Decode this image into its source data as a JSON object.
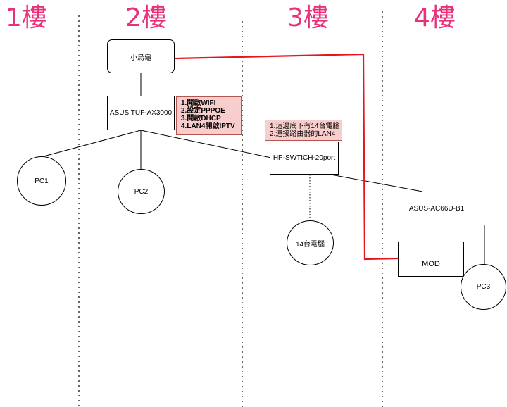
{
  "floors": [
    {
      "id": "floor-1",
      "label": "1樓"
    },
    {
      "id": "floor-2",
      "label": "2樓"
    },
    {
      "id": "floor-3",
      "label": "3樓"
    },
    {
      "id": "floor-4",
      "label": "4樓"
    }
  ],
  "nodes": {
    "modem": {
      "label": "小烏龜"
    },
    "router": {
      "label": "ASUS TUF-AX3000"
    },
    "switch": {
      "label": "HP-SWTICH-20port"
    },
    "ap": {
      "label": "ASUS-AC66U-B1"
    },
    "mod": {
      "label": "MOD"
    },
    "pc1": {
      "label": "PC1"
    },
    "pc2": {
      "label": "PC2"
    },
    "pc3": {
      "label": "PC3"
    },
    "pc14": {
      "label": "14台電腦"
    }
  },
  "notes": {
    "router_config": {
      "lines": [
        "1.開啟WIFI",
        "2.設定PPPOE",
        "3.開啟DHCP",
        "4.LAN4開啟IPTV"
      ]
    },
    "switch_info": {
      "lines": [
        "1.這邊底下有14台電腦",
        "2.連接路由器的LAN4"
      ]
    }
  },
  "colors": {
    "floor_label": "#e8317a",
    "iptv_link": "#e8141c",
    "note_fill": "#f8cecc",
    "note_border": "#b85450",
    "divider": "#000000"
  }
}
